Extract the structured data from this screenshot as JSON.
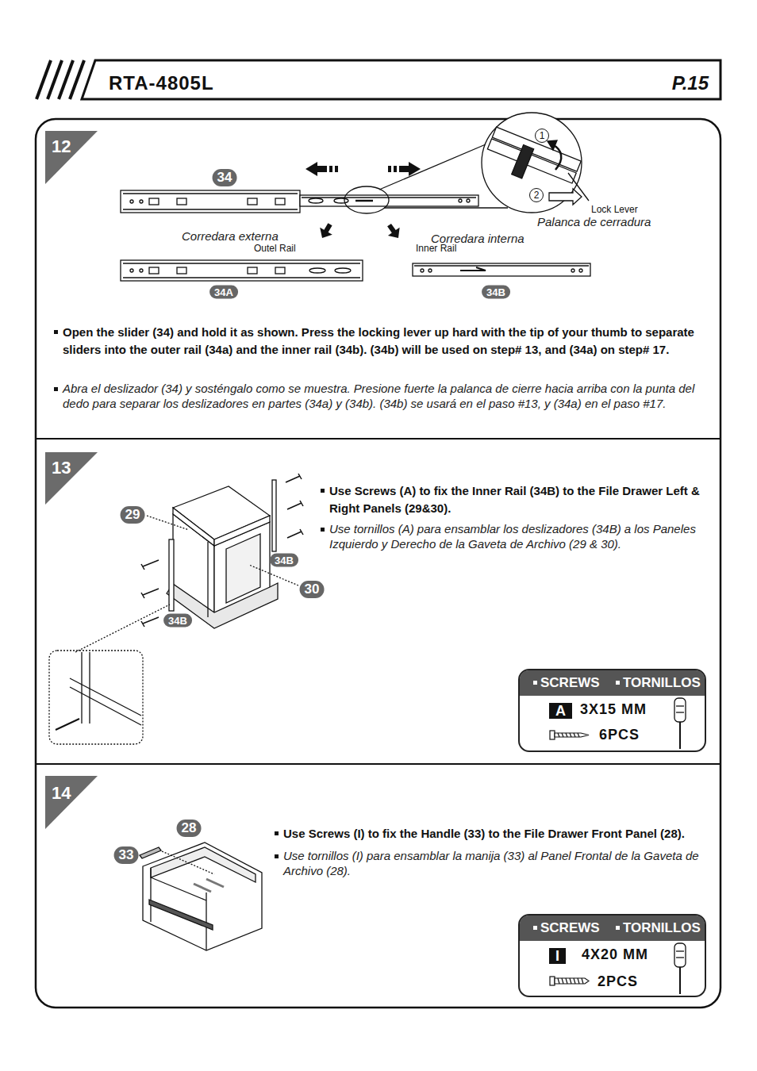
{
  "diagram": {
    "title": "RTA-4805L",
    "nodes": [
      {
        "text": [
          "12",
          "Open the slider (34) and hold it as shown. Press the locking lever up hard with the tip of your thumb to separate sliders into the outer rail (34a) and the inner rail (34b). (34b) will be used on step# 13, and (34a) on step# 17.",
          "Abra el deslizador (34) y sosténgalo como se muestra. Presione fuerte la palanca de cierre hacia arriba con la punta del dedo para separar los deslizadores en partes (34a) y (34b). (34b) se usará en el paso #13, y (34a) en el paso #17."
        ]
      },
      {
        "text": [
          "13",
          "Use Screws (A) to fix the Inner Rail (34B) to the File Drawer Left & Right Panels (29&30).",
          "Use tornillos (A) para ensamblar los deslizadores (34B) a los Paneles Izquierdo y Derecho de la Gaveta de Archivo (29 & 30)."
        ]
      },
      {
        "text": [
          "SCREWS",
          "TORNILLOS",
          "A",
          "3X15 MM",
          "6PCS"
        ],
        "in": 1
      },
      {
        "text": [
          "14",
          "Use Screws (I) to fix the Handle (33) to the File Drawer Front Panel (28).",
          "Use tornillos (I) para ensamblar la manija (33) al Panel Frontal de la Gaveta de Archivo (28)."
        ]
      },
      {
        "text": [
          "SCREWS",
          "TORNILLOS",
          "I",
          "4X20 MM",
          "2PCS"
        ],
        "in": 3
      }
    ],
    "labels": [
      "P.15",
      "34",
      "Corredara externa",
      "Outel Rail",
      "Corredara interna",
      "Inner Rail",
      "34A",
      "34B",
      "1",
      "2",
      "Lock Lever",
      "Palanca de cerradura",
      "29",
      "34B",
      "30",
      "34B",
      "28",
      "33"
    ]
  }
}
